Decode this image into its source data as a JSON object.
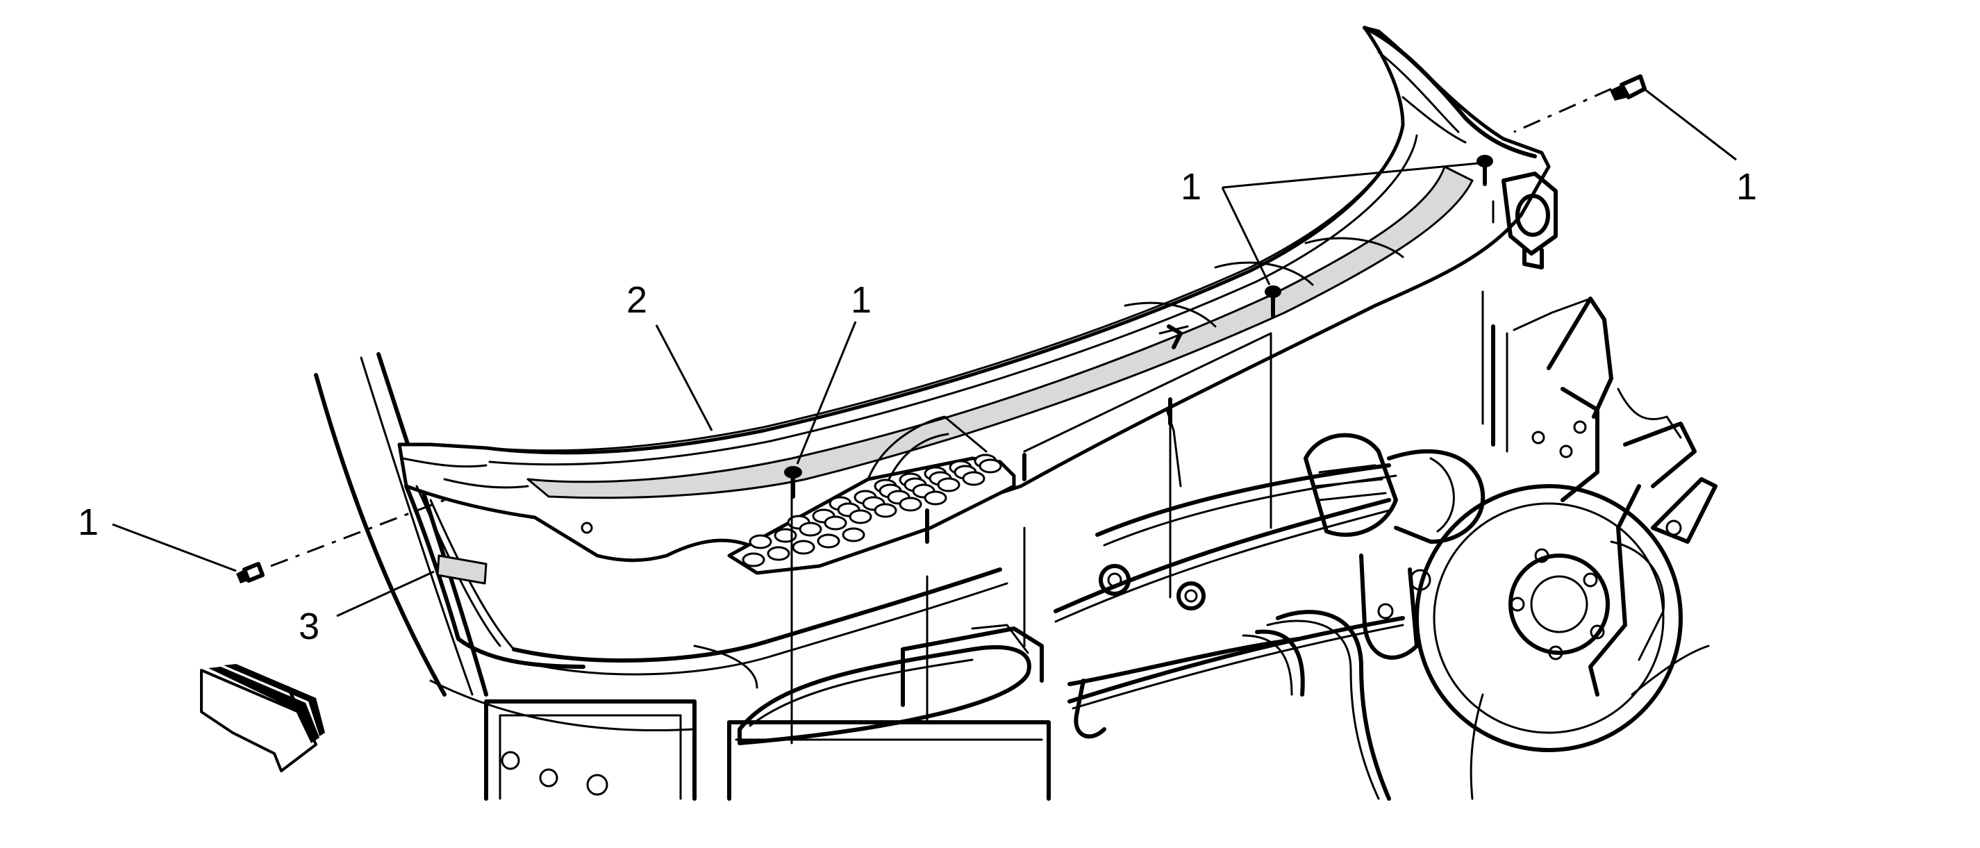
{
  "callouts": {
    "fastener_top_right": "1",
    "fastener_pair_top": "1",
    "fastener_center": "1",
    "fastener_left": "1",
    "panel": "2",
    "label": "3"
  },
  "colors": {
    "line": "#000000",
    "background": "#ffffff",
    "arrow_fill": "#ffffff",
    "arrow_stripe": "#000000"
  },
  "icons": {
    "direction_arrow": "front-direction-arrow-icon",
    "fastener": "bolt-icon"
  }
}
